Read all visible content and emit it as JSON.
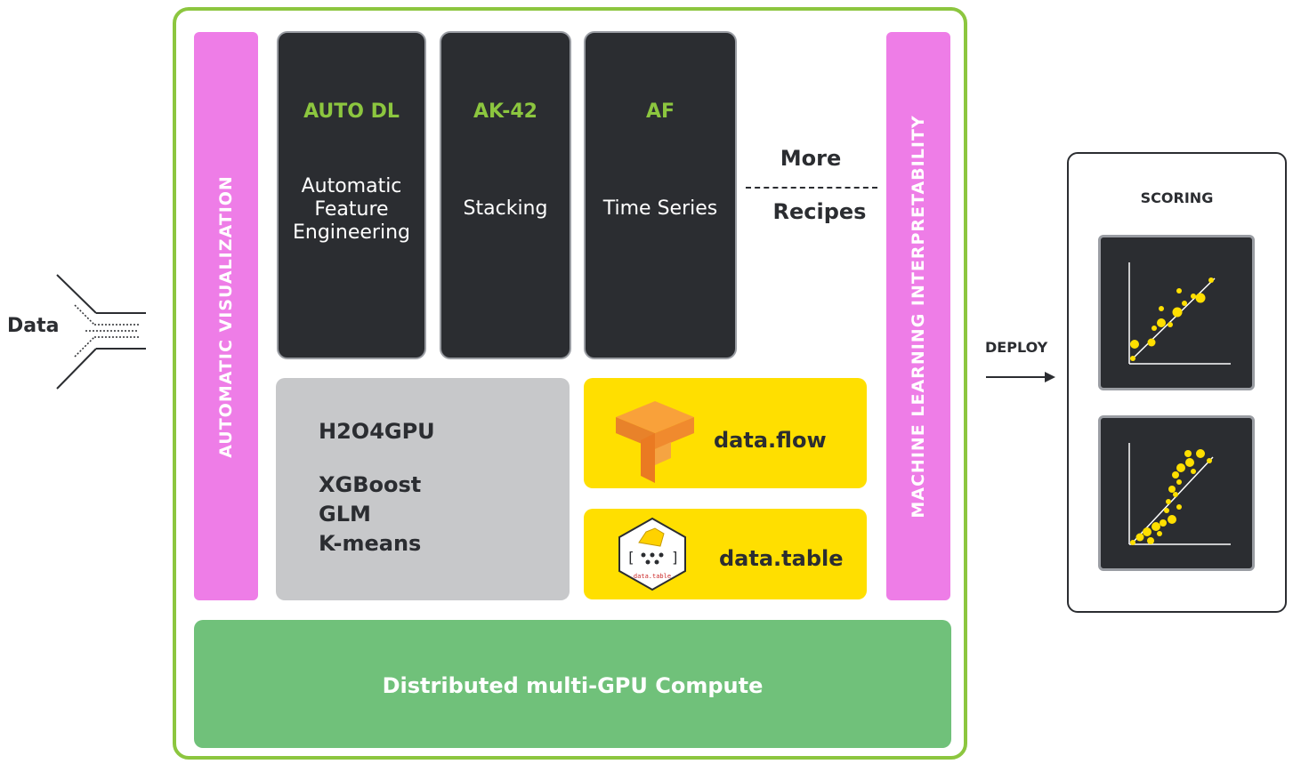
{
  "input": {
    "label": "Data"
  },
  "side_bars": {
    "left": "AUTOMATIC  VISUALIZATION",
    "right": "MACHINE LEARNING INTERPRETABILITY"
  },
  "recipes": [
    {
      "code": "AUTO DL",
      "name": "Automatic\nFeature\nEngineering"
    },
    {
      "code": "AK-42",
      "name": "Stacking"
    },
    {
      "code": "AF",
      "name": "Time Series"
    }
  ],
  "more_recipes": {
    "line1": "More",
    "line2": "Recipes"
  },
  "gpu": {
    "title": "H2O4GPU",
    "algorithms": [
      "XGBoost",
      "GLM",
      "K-means"
    ]
  },
  "libraries": [
    {
      "label": "data.flow",
      "icon": "tensorflow-icon"
    },
    {
      "label": "data.table",
      "icon": "data-table-icon"
    }
  ],
  "compute": {
    "label": "Distributed multi-GPU Compute"
  },
  "deploy": {
    "label": "DEPLOY"
  },
  "scoring": {
    "title": "SCORING"
  },
  "colors": {
    "frame": "#8cc63f",
    "accent_green": "#8cc63f",
    "side_bar": "#ee7de7",
    "recipe_box": "#2b2d31",
    "gpu_box": "#c7c8ca",
    "library_box": "#ffdf00",
    "compute": "#70c17a",
    "points": "#ffdf00"
  }
}
